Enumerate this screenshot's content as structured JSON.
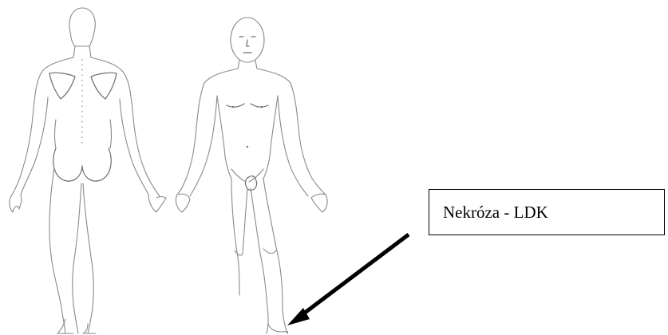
{
  "annotation": {
    "label": "Nekróza - LDK"
  },
  "figures": {
    "back_view": "body-back-view",
    "front_view": "body-front-view"
  },
  "colors": {
    "outline": "#8a8a8a",
    "arrow": "#000000",
    "label_border": "#000000"
  }
}
